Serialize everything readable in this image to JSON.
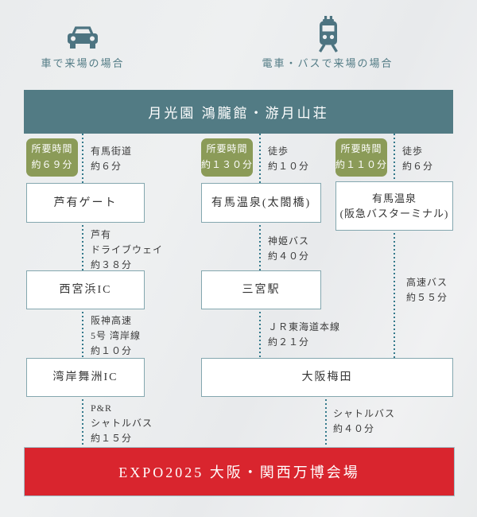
{
  "colors": {
    "accent_teal": "#527b84",
    "badge_olive": "#8b9b58",
    "expo_red": "#d9252e",
    "box_border": "#84a7af",
    "dotted_line": "#33798b"
  },
  "legend": {
    "car_label": "車で来場の場合",
    "train_label": "電車・バスで来場の場合"
  },
  "origin_title": "月光園 鴻朧館・游月山荘",
  "destination_title": "EXPO2025 大阪・関西万博会場",
  "columns": [
    {
      "name": "car-route",
      "badge": "所要時間\n約６９分",
      "route": [
        {
          "via": "有馬街道\n約６分"
        },
        {
          "node": "芦有ゲート"
        },
        {
          "via": "芦有\nドライブウェイ\n約３８分"
        },
        {
          "node": "西宮浜IC"
        },
        {
          "via": "阪神高速\n5号 湾岸線\n約１０分"
        },
        {
          "node": "湾岸舞洲IC"
        },
        {
          "via": "P&R\nシャトルバス\n約１５分"
        }
      ]
    },
    {
      "name": "train-bus-route",
      "badge": "所要時間\n約１３０分",
      "route": [
        {
          "via": "徒歩\n約１０分"
        },
        {
          "node": "有馬温泉(太閤橋)"
        },
        {
          "via": "神姫バス\n約４０分"
        },
        {
          "node": "三宮駅"
        },
        {
          "via": "ＪＲ東海道本線\n約２１分"
        },
        {
          "node": "大阪梅田"
        },
        {
          "via": "シャトルバス\n約４０分"
        }
      ]
    },
    {
      "name": "highway-bus-route",
      "badge": "所要時間\n約１１０分",
      "route": [
        {
          "via": "徒歩\n約６分"
        },
        {
          "node": "有馬温泉\n(阪急バスターミナル)"
        },
        {
          "via": "高速バス\n約５５分"
        }
      ]
    }
  ]
}
